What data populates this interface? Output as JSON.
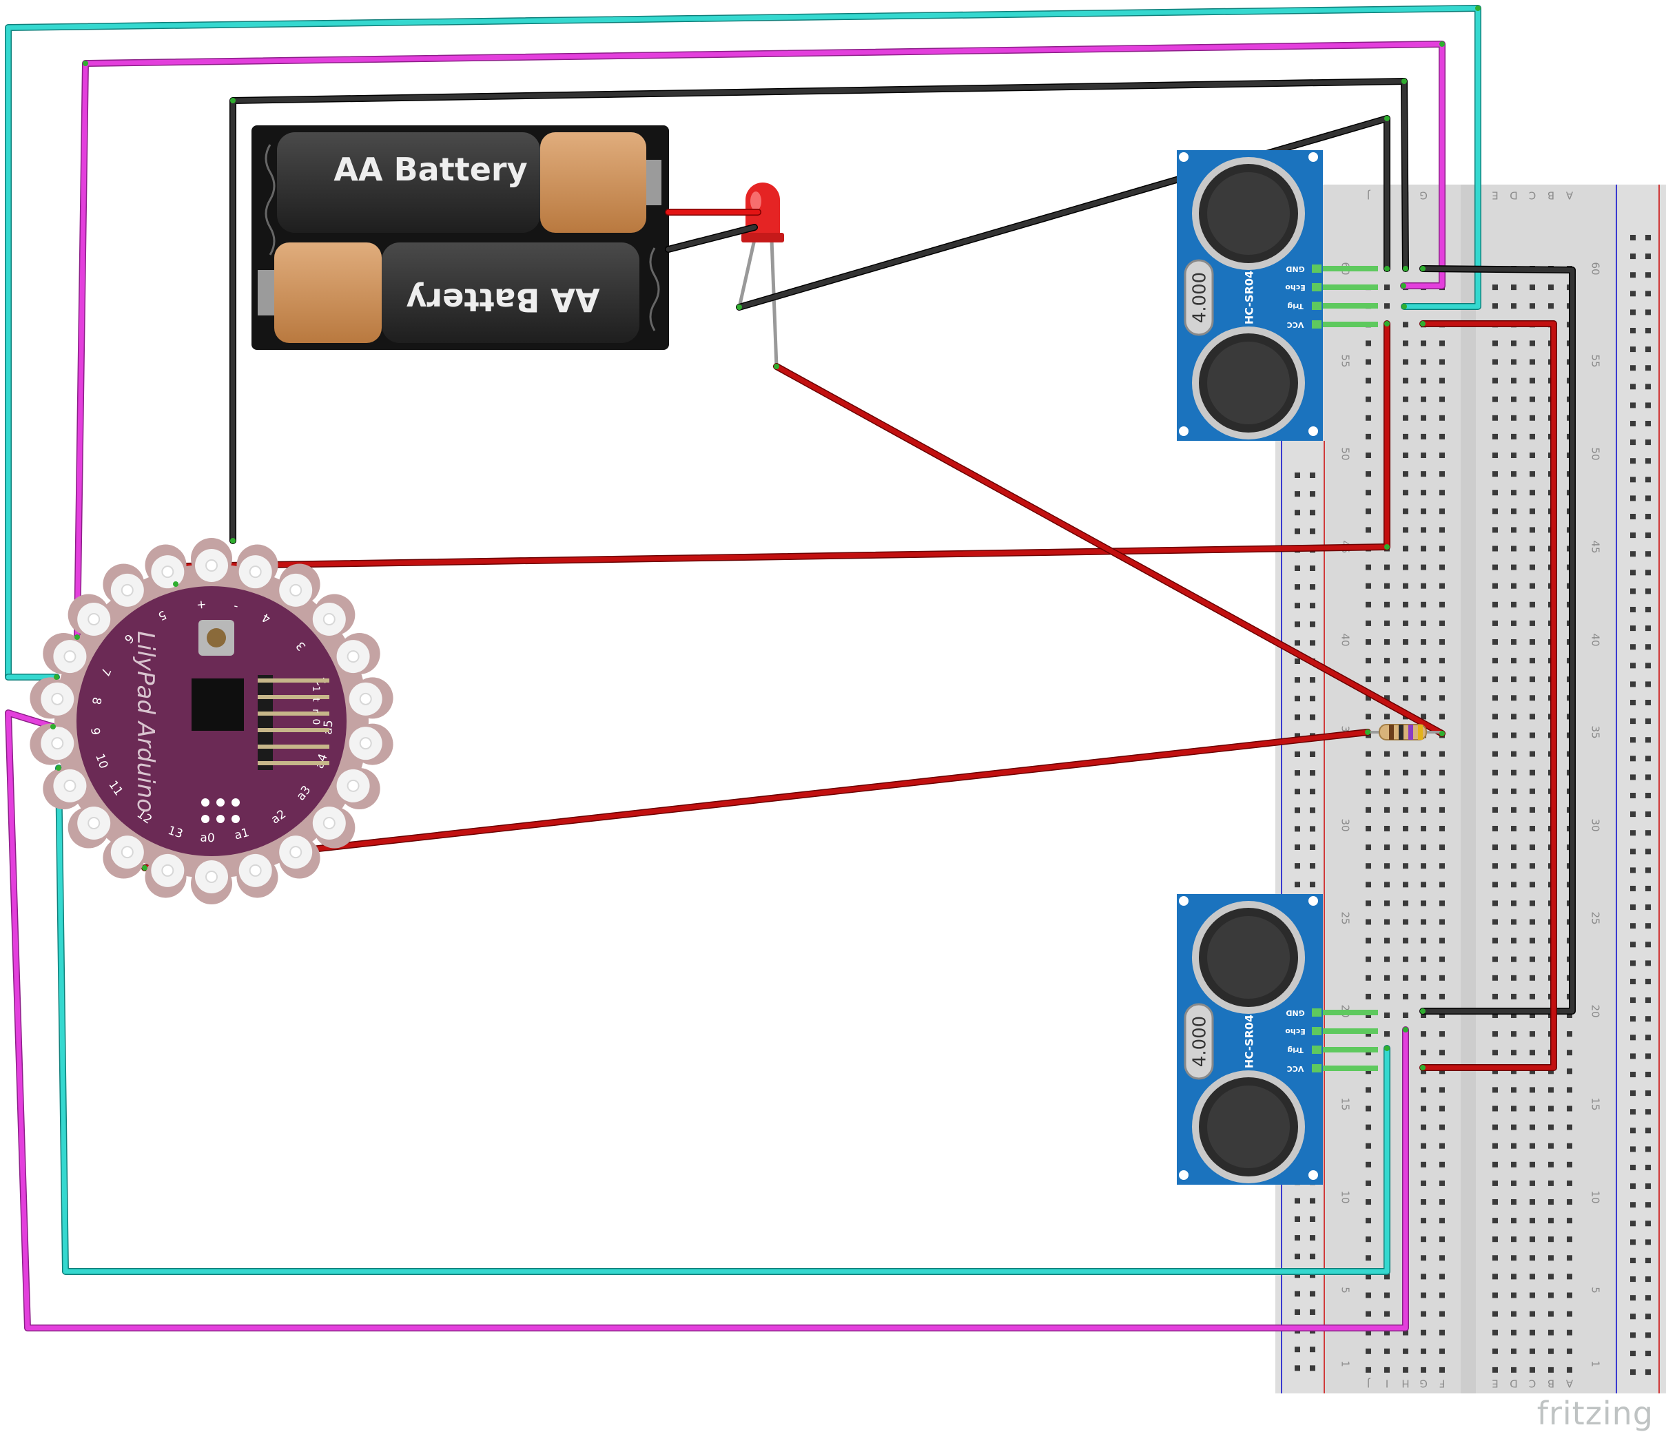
{
  "battery": {
    "label_top": "AA Battery",
    "label_bottom": "AA Battery"
  },
  "sensors": {
    "part_label": "HC-SR04",
    "crystal_label": "4.000",
    "pins": [
      "GND",
      "Echo",
      "Trig",
      "VCC"
    ]
  },
  "lilypad": {
    "logo": "LilyPad Arduino",
    "pin_labels": [
      "5",
      "+",
      "-",
      "4",
      "3",
      "2",
      "6",
      "7",
      "8",
      "9",
      "10",
      "11",
      "12",
      "13",
      "a0",
      "a1",
      "a2",
      "a3",
      "a4",
      "a5"
    ],
    "header_labels": [
      "1",
      "t",
      "r",
      "0"
    ]
  },
  "breadboard": {
    "row_numbers": [
      "60",
      "55",
      "50",
      "45",
      "40",
      "35",
      "30",
      "25",
      "20",
      "15",
      "10",
      "5",
      "1"
    ],
    "col_letters_left": [
      "J",
      "I",
      "H",
      "G",
      "F"
    ],
    "col_letters_right": [
      "E",
      "D",
      "C",
      "B",
      "A"
    ]
  },
  "colors": {
    "wire_black": "#1f1f1f",
    "wire_red": "#c21010",
    "wire_magenta": "#e33fdc",
    "wire_cyan": "#35d8cf",
    "sensor_blue": "#1b73be",
    "lilypad_purple": "#6b2a55"
  },
  "brand": "fritzing"
}
